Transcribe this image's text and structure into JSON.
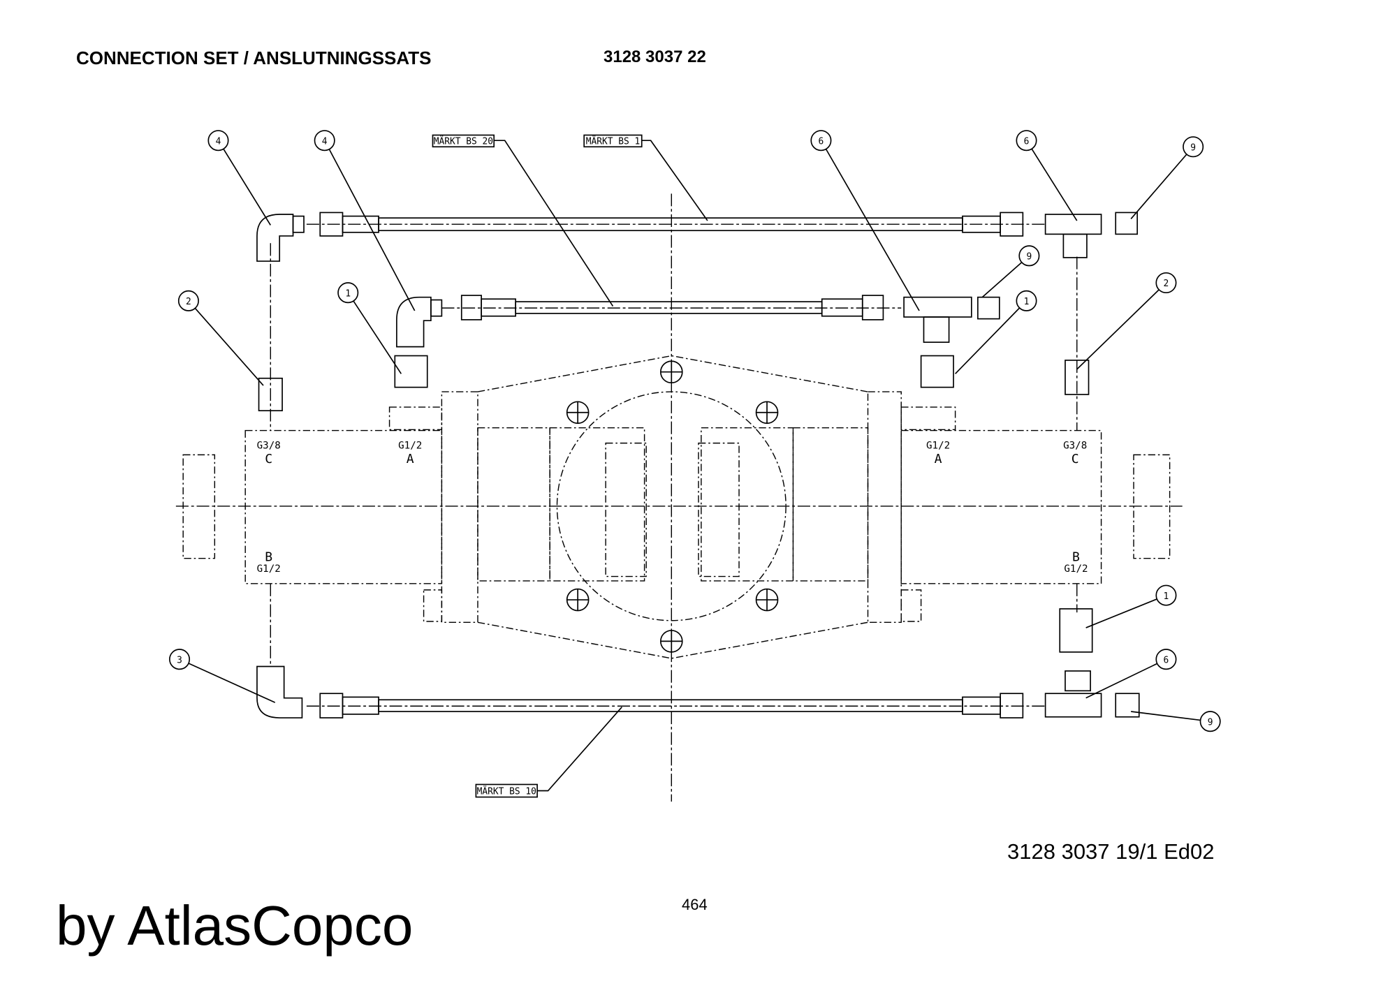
{
  "header": {
    "title": "CONNECTION SET / ANSLUTNINGSSATS",
    "part_number": "3128 3037 22"
  },
  "footer": {
    "reference": "3128 3037 19/1  Ed02",
    "page_number": "464",
    "brand": "by AtlasCopco"
  },
  "drawing": {
    "balloons": [
      "4",
      "4",
      "6",
      "6",
      "9",
      "9",
      "2",
      "1",
      "1",
      "2",
      "1",
      "3",
      "6",
      "9"
    ],
    "hose_labels": [
      "MÄRKT BS 20",
      "MÄRKT BS 1",
      "MÄRKT BS 10"
    ],
    "ports": [
      {
        "thread": "G3/8",
        "letter": "C"
      },
      {
        "thread": "G1/2",
        "letter": "A"
      },
      {
        "thread": "G1/2",
        "letter": "A"
      },
      {
        "thread": "G3/8",
        "letter": "C"
      },
      {
        "thread": "G1/2",
        "letter": "B"
      },
      {
        "thread": "G1/2",
        "letter": "B"
      }
    ]
  }
}
